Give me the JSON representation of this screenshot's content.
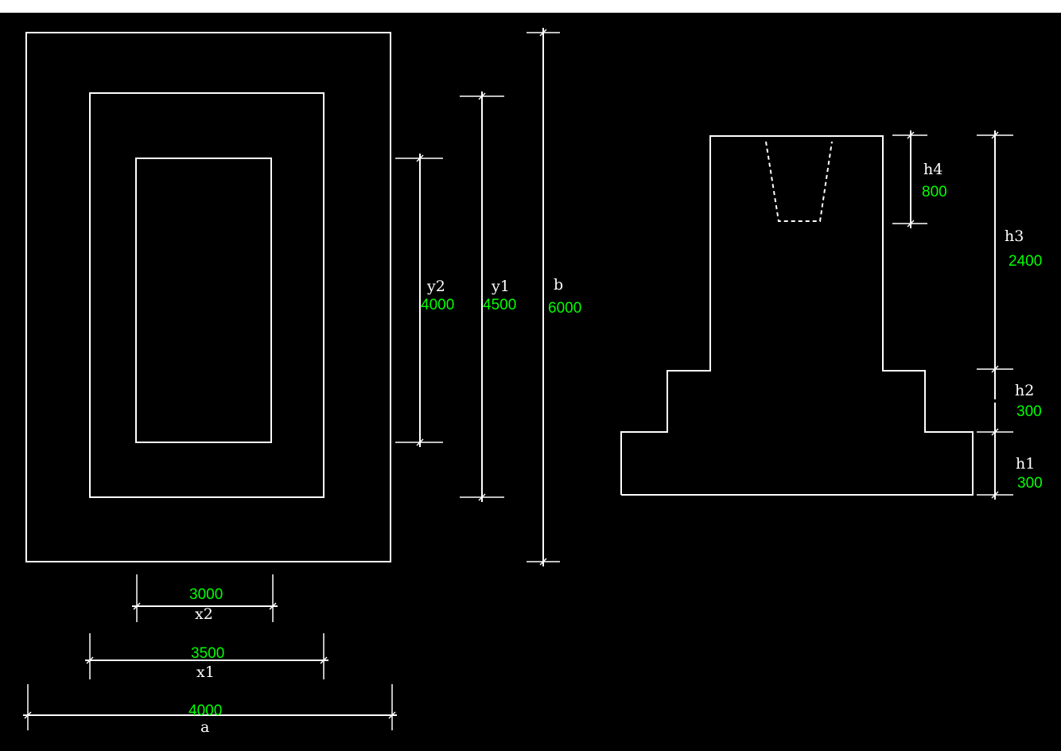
{
  "dimensions": {
    "a": {
      "label": "a",
      "value": "4000"
    },
    "x1": {
      "label": "x1",
      "value": "3500"
    },
    "x2": {
      "label": "x2",
      "value": "3000"
    },
    "b": {
      "label": "b",
      "value": "6000"
    },
    "y1": {
      "label": "y1",
      "value": "4500"
    },
    "y2": {
      "label": "y2",
      "value": "4000"
    },
    "h1": {
      "label": "h1",
      "value": "300"
    },
    "h2": {
      "label": "h2",
      "value": "300"
    },
    "h3": {
      "label": "h3",
      "value": "2400"
    },
    "h4": {
      "label": "h4",
      "value": "800"
    }
  },
  "colors": {
    "background": "#000000",
    "lines": "#ffffff",
    "values": "#00ff00",
    "top_bar": "#ffffff"
  }
}
